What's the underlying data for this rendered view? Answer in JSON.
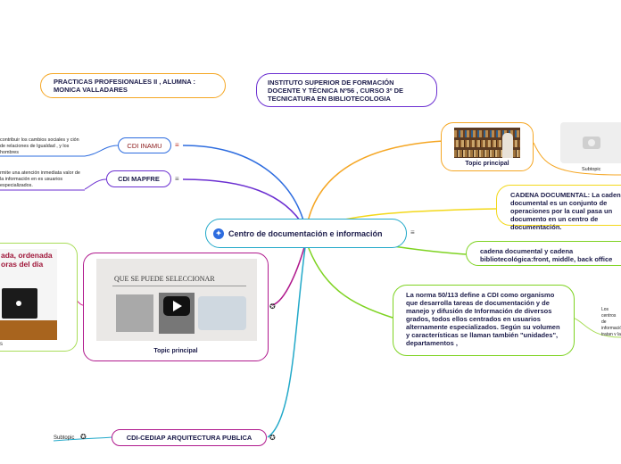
{
  "colors": {
    "orange": "#f5a623",
    "blue": "#2d6cdf",
    "purple": "#6b2fd1",
    "teal": "#22a9c9",
    "green": "#7ed321",
    "yellow": "#f3d81a",
    "magenta": "#b0198d",
    "pink": "#d31a8a",
    "light_green": "#a9dd58"
  },
  "center": {
    "title": "Centro de documentación e información",
    "icon": "globe-icon"
  },
  "header_nodes": {
    "practicas": "PRACTICAS PROFESIONALES II , ALUMNA : MONICA VALLADARES",
    "instituto": "INSTITUTO SUPERIOR DE FORMACIÓN DOCENTE Y TÉCNICA Nº56 , CURSO 3º DE TECNICATURA EN BIBLIOTECOLOGIA"
  },
  "left_nodes": {
    "inamu": {
      "label": "CDI INAMU",
      "note": "contribuir los cambios sociales y ción de relaciones de Igualdad , y los hombres"
    },
    "mapfre": {
      "label": "CDI MAPFRE",
      "note": "rmite una atención inmediata valor de la información en es usuarios especializados."
    },
    "partial_card": {
      "text": "ada, ordenada oras del dia",
      "marker": "s"
    },
    "video_topic": {
      "caption": "Topic principal",
      "slide_title": "QUE SE PUEDE SELECCIONAR"
    },
    "cediap": {
      "label": "CDI-CEDIAP ARQUITECTURA PUBLICA",
      "subtopic": "Subtopic"
    }
  },
  "right_nodes": {
    "topic_principal": {
      "caption": "Topic principal"
    },
    "subtopic_image": {
      "caption": "Subtopic"
    },
    "cadena_documental": "CADENA DOCUMENTAL: La cadena documental es un conjunto de operaciones por la cual pasa un documento en un centro de documentación.",
    "cadena_front": "cadena documental y cadena bibliotecológica:front, middle, back office",
    "norma": {
      "text": "La norma 50/113 define a CDI como organismo que desarrolla tareas de documentación y de manejo y difusión de Información de diversos grados, todos ellos centrados en usuarios alternamente especializados. Según su volumen y características se llaman también \"unidades\", departamentos ,",
      "note": "Los centros de información tratan y la cadena almacen"
    }
  }
}
